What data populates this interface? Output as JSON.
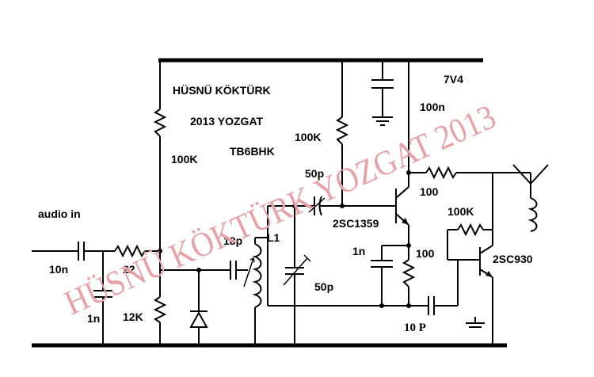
{
  "header": {
    "author": "HÜSNÜ  KÖKTÜRK",
    "year_city": "2013 YOZGAT",
    "callsign": "TB6BHK",
    "supply": "7V4"
  },
  "labels": {
    "audio_in": "audio in",
    "c_input": "10n",
    "r_input": "22",
    "c_shunt": "1n",
    "r_bias_bottom": "12K",
    "r_bias_top": "100K",
    "c_coupling": "18p",
    "coil": "L1",
    "c_trimmer": "50p",
    "c_feedback": "50p",
    "r_base": "100K",
    "c_decoupling": "100n",
    "transistor_1": "2SC1359",
    "r_collector_link": "100",
    "c_emitter": "1n",
    "r_emitter": "100",
    "r_bias_q2": "100K",
    "transistor_2": "2SC930",
    "c_output": "10 P"
  },
  "watermark": "HÜSNÜ KÖKTÜRK YOZGAT 2013"
}
